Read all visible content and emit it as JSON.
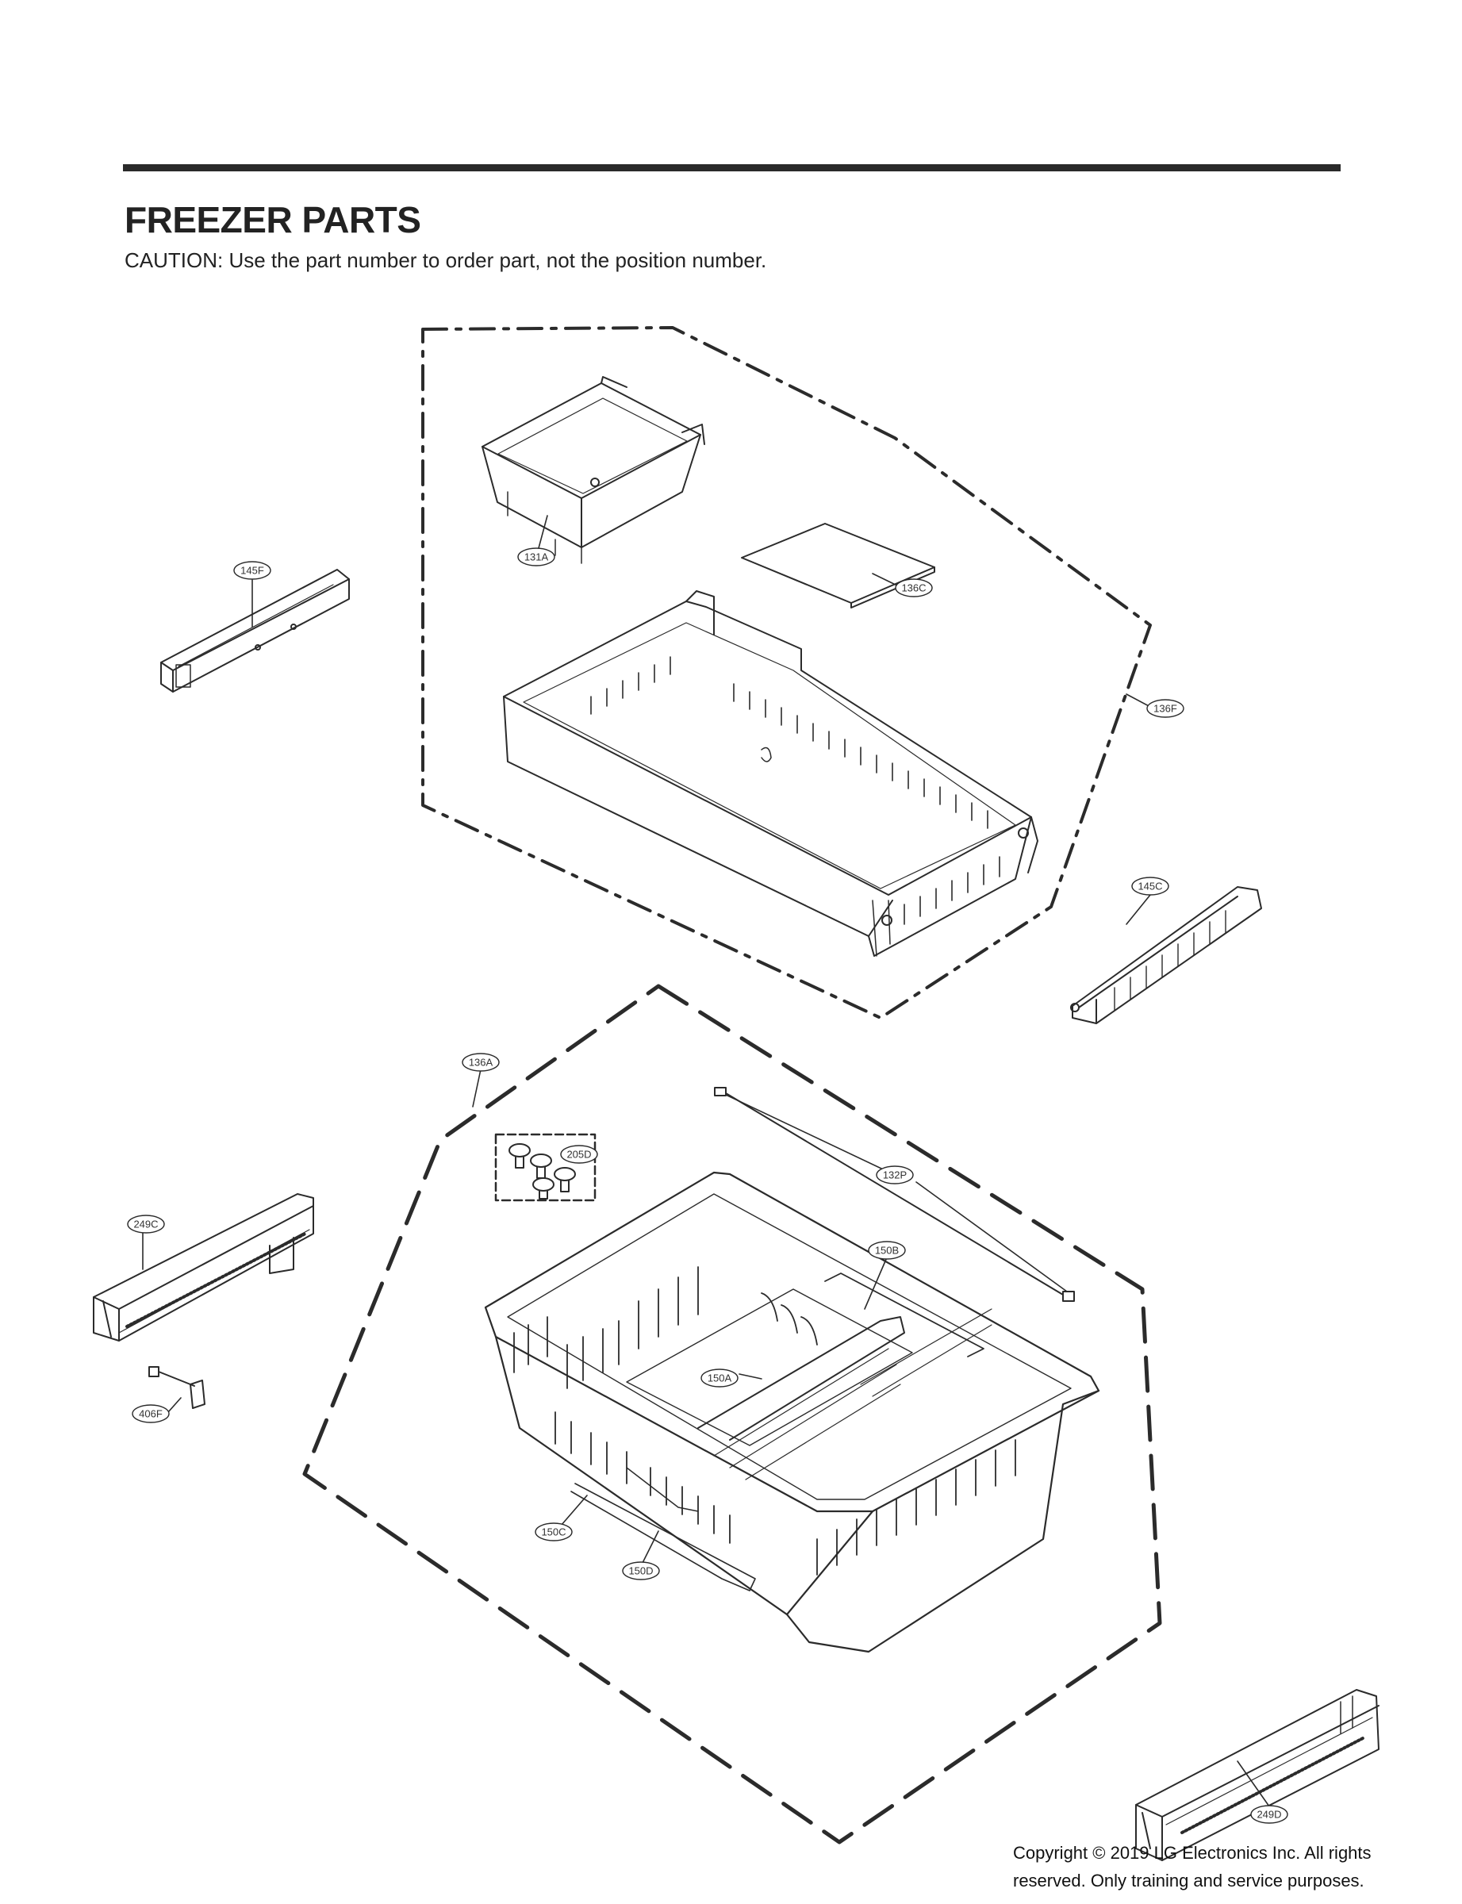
{
  "header": {
    "title": "FREEZER PARTS",
    "caution": "CAUTION: Use the part number to order part, not the position number."
  },
  "callouts": {
    "p131A": "131A",
    "p136C": "136C",
    "p136F": "136F",
    "p145F": "145F",
    "p145C": "145C",
    "p136A": "136A",
    "p205D": "205D",
    "p132P": "132P",
    "p150B": "150B",
    "p150A": "150A",
    "p150C": "150C",
    "p150D": "150D",
    "p249C": "249C",
    "p406F": "406F",
    "p249D": "249D"
  },
  "footer": {
    "copyright_line1": "Copyright © 2019  LG Electronics Inc. All rights",
    "copyright_line2": "reserved. Only training and service purposes."
  }
}
